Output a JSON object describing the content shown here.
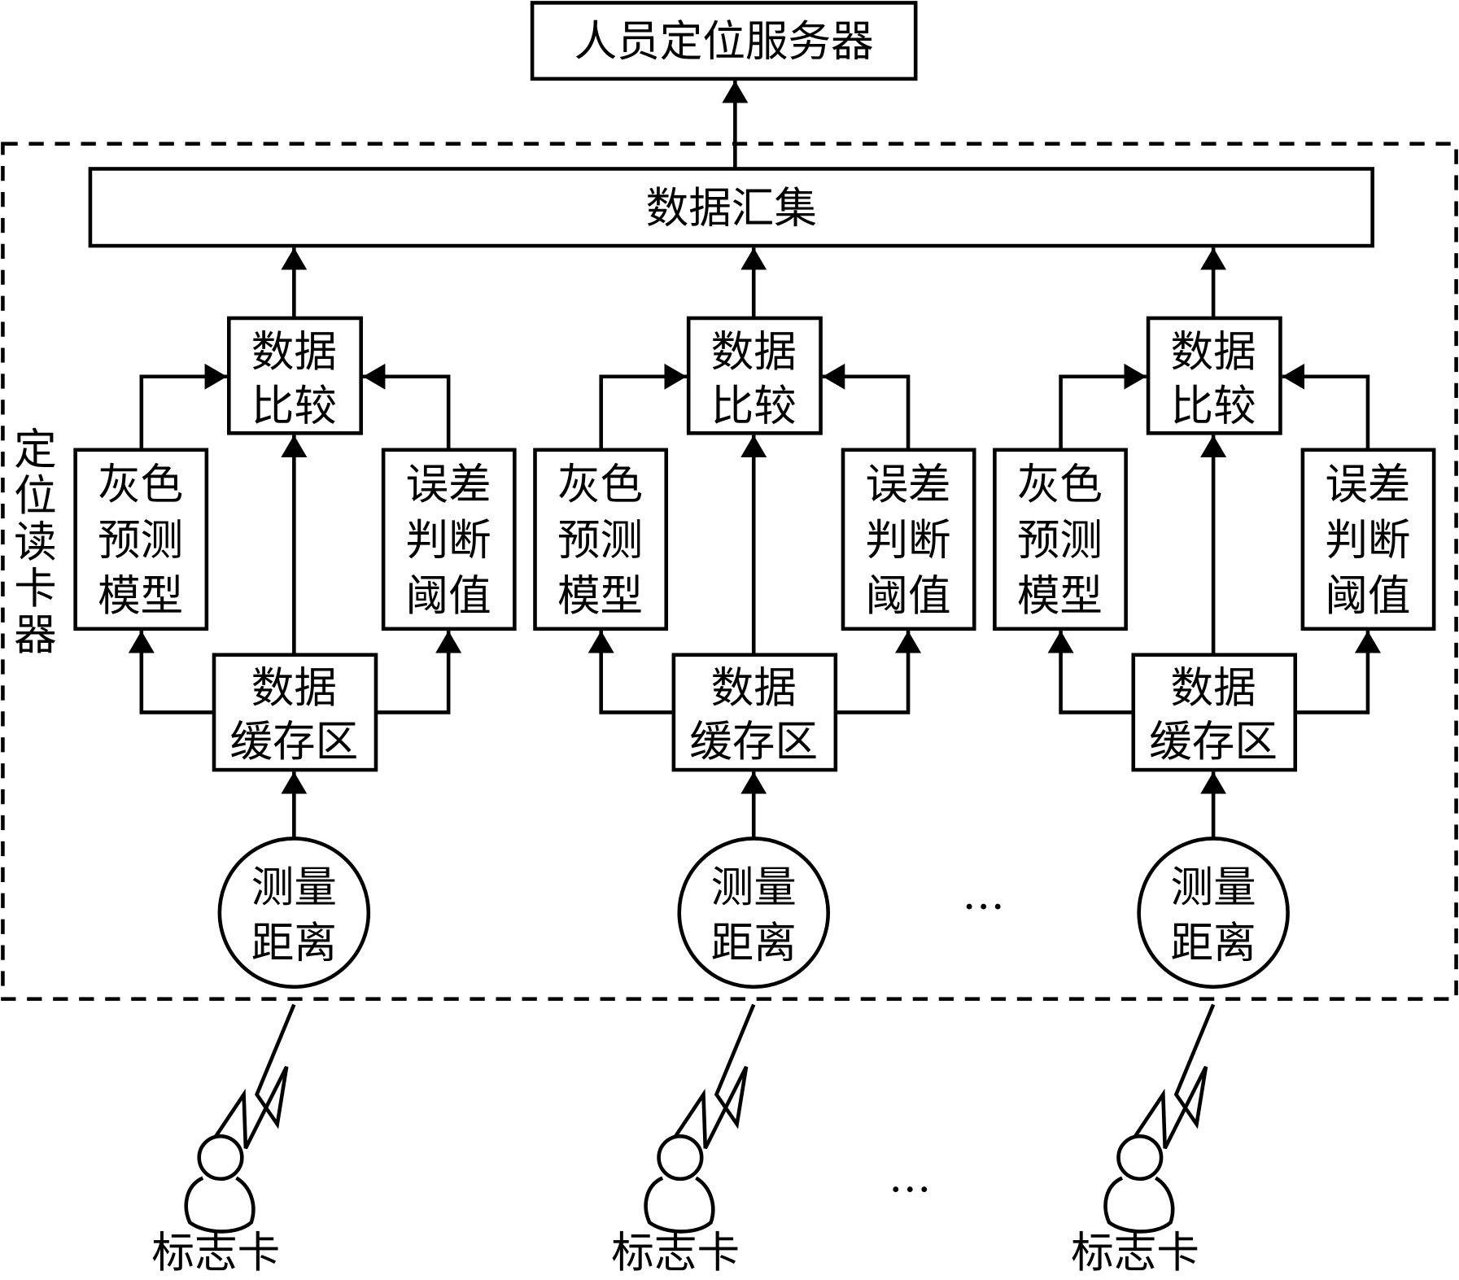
{
  "server": {
    "label": "人员定位服务器"
  },
  "aggregation": {
    "label": "数据汇集"
  },
  "reader_group": {
    "label": "定位读卡器",
    "chars": [
      "定",
      "位",
      "读",
      "卡",
      "器"
    ]
  },
  "channels": [
    {
      "compare": [
        "数据",
        "比较"
      ],
      "grey_model": [
        "灰色",
        "预测",
        "模型"
      ],
      "error_threshold": [
        "误差",
        "判断",
        "阈值"
      ],
      "buffer": [
        "数据",
        "缓存区"
      ],
      "measure": [
        "测量",
        "距离"
      ],
      "tag": "标志卡"
    },
    {
      "compare": [
        "数据",
        "比较"
      ],
      "grey_model": [
        "灰色",
        "预测",
        "模型"
      ],
      "error_threshold": [
        "误差",
        "判断",
        "阈值"
      ],
      "buffer": [
        "数据",
        "缓存区"
      ],
      "measure": [
        "测量",
        "距离"
      ],
      "tag": "标志卡"
    },
    {
      "compare": [
        "数据",
        "比较"
      ],
      "grey_model": [
        "灰色",
        "预测",
        "模型"
      ],
      "error_threshold": [
        "误差",
        "判断",
        "阈值"
      ],
      "buffer": [
        "数据",
        "缓存区"
      ],
      "measure": [
        "测量",
        "距离"
      ],
      "tag": "标志卡"
    }
  ],
  "ellipsis": {
    "reader": "…",
    "tag": "…"
  },
  "icons": {
    "tag_icon": "person-icon",
    "signal_icon": "wireless-signal-icon"
  }
}
